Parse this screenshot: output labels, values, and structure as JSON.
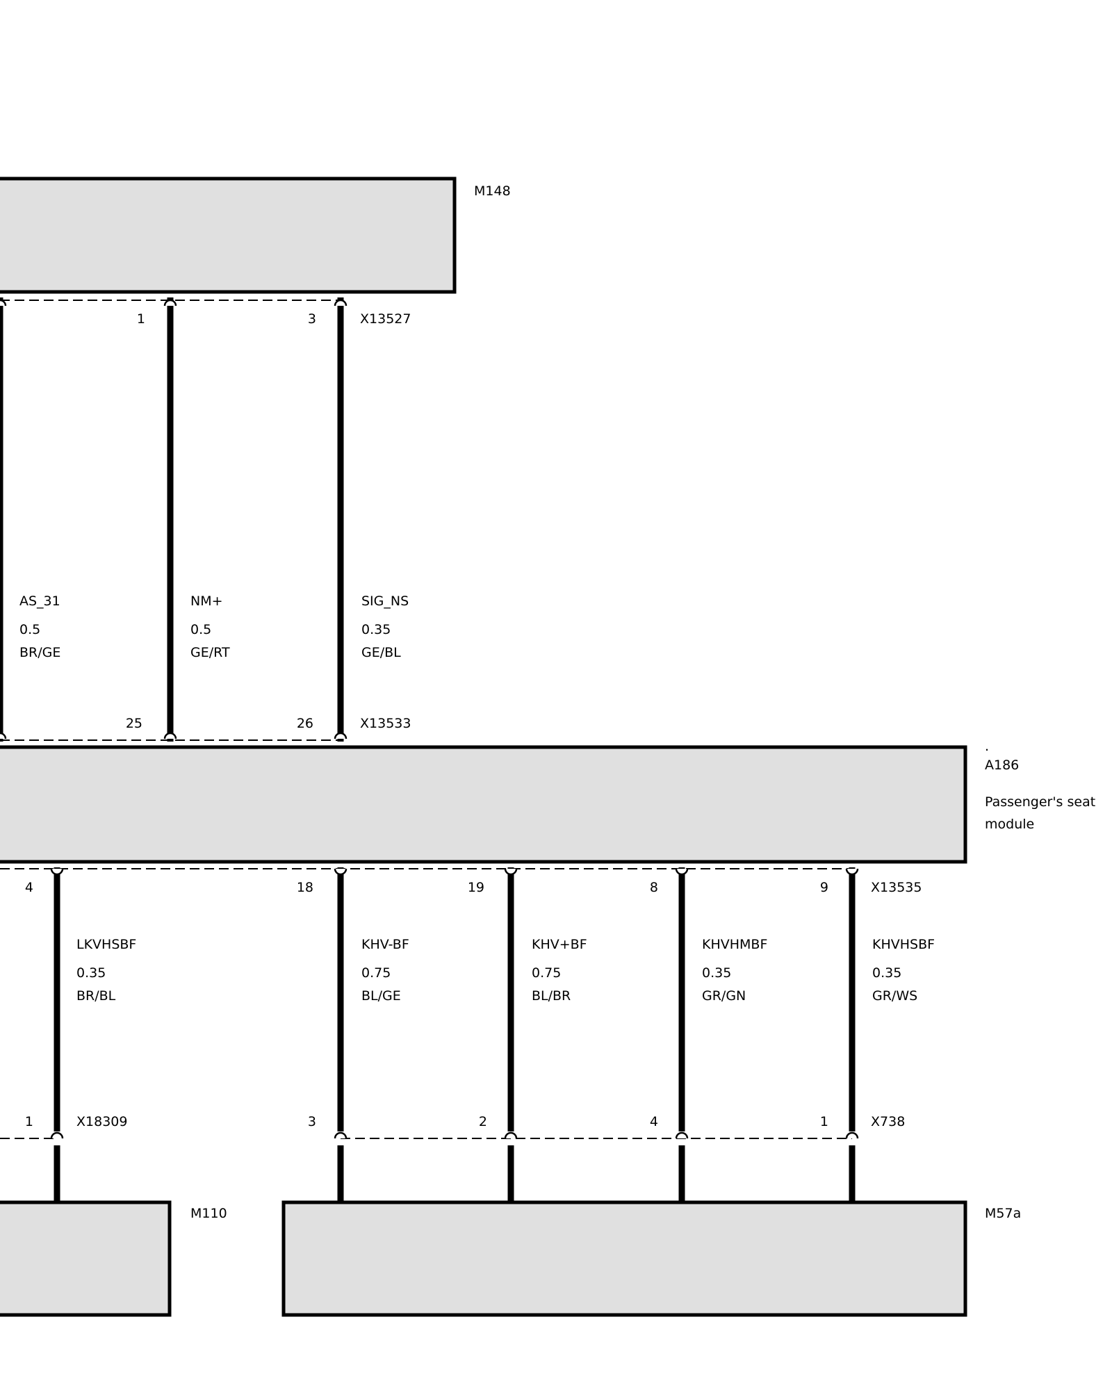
{
  "components": {
    "m148": {
      "label": "M148"
    },
    "a186": {
      "dot": ".",
      "label": "A186",
      "desc_line1": "Passenger's seat",
      "desc_line2": "module"
    },
    "m110": {
      "label": "M110"
    },
    "m57a": {
      "label": "M57a"
    }
  },
  "connectors": {
    "x13527": "X13527",
    "x13533": "X13533",
    "x13535": "X13535",
    "x18309": "X18309",
    "x738": "X738"
  },
  "wires_top": [
    {
      "signal": "AS_31",
      "gauge": "0.5",
      "color": "BR/GE",
      "pin_a186": "25",
      "pin_m148": ""
    },
    {
      "signal": "NM+",
      "gauge": "0.5",
      "color": "GE/RT",
      "pin_a186": "26",
      "pin_m148": "1"
    },
    {
      "signal": "SIG_NS",
      "gauge": "0.35",
      "color": "GE/BL",
      "pin_a186": "",
      "pin_m148": "3"
    }
  ],
  "wires_bottom": [
    {
      "signal": "LKVHSBF",
      "gauge": "0.35",
      "color": "BR/BL",
      "pin_a186": "4",
      "pin_target": "1"
    },
    {
      "signal": "KHV-BF",
      "gauge": "0.75",
      "color": "BL/GE",
      "pin_a186": "18",
      "pin_target": "3"
    },
    {
      "signal": "KHV+BF",
      "gauge": "0.75",
      "color": "BL/BR",
      "pin_a186": "19",
      "pin_target": "2"
    },
    {
      "signal": "KHVHMBF",
      "gauge": "0.35",
      "color": "GR/GN",
      "pin_a186": "8",
      "pin_target": "4"
    },
    {
      "signal": "KHVHSBF",
      "gauge": "0.35",
      "color": "GR/WS",
      "pin_a186": "9",
      "pin_target": "1"
    }
  ]
}
